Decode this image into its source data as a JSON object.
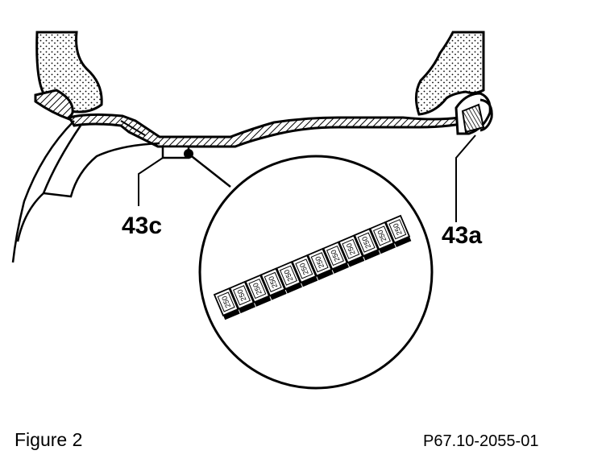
{
  "callouts": {
    "inner": "43c",
    "outer": "43a"
  },
  "weight_labels": [
    "250",
    "250",
    "250",
    "250",
    "250",
    "250",
    "250",
    "250",
    "250",
    "250",
    "250",
    "250"
  ],
  "caption": {
    "figure": "Figure 2",
    "reference": "P67.10-2055-01"
  },
  "colors": {
    "line": "#000000",
    "background": "#ffffff"
  }
}
